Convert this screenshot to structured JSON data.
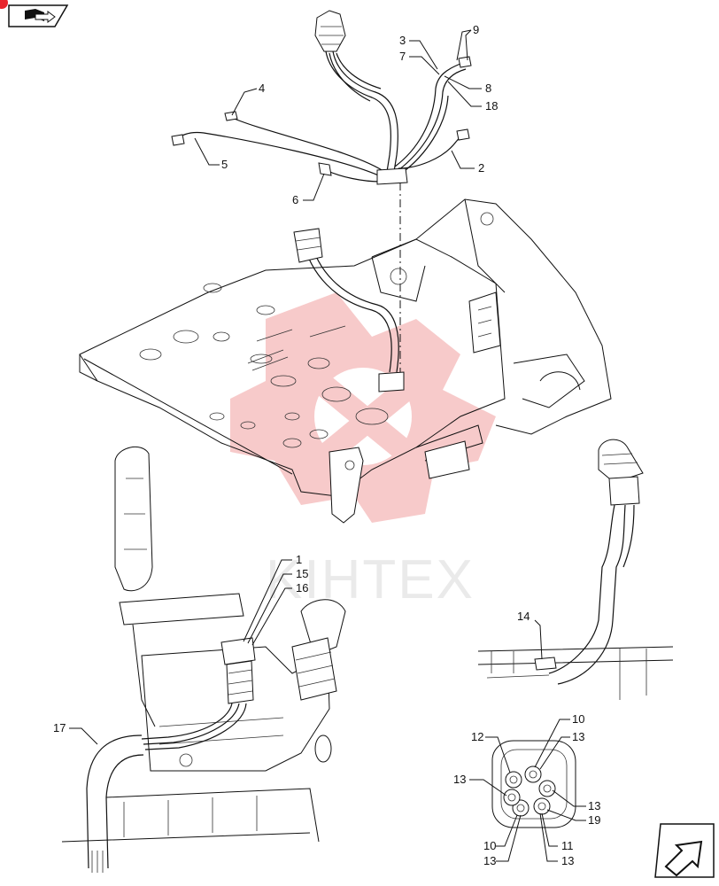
{
  "labels": [
    {
      "id": "1",
      "text": "1"
    },
    {
      "id": "2",
      "text": "2"
    },
    {
      "id": "3",
      "text": "3"
    },
    {
      "id": "4",
      "text": "4"
    },
    {
      "id": "5",
      "text": "5"
    },
    {
      "id": "6",
      "text": "6"
    },
    {
      "id": "7",
      "text": "7"
    },
    {
      "id": "8",
      "text": "8"
    },
    {
      "id": "9",
      "text": "9"
    },
    {
      "id": "10a",
      "text": "10"
    },
    {
      "id": "10b",
      "text": "10"
    },
    {
      "id": "11",
      "text": "11"
    },
    {
      "id": "12",
      "text": "12"
    },
    {
      "id": "13a",
      "text": "13"
    },
    {
      "id": "13b",
      "text": "13"
    },
    {
      "id": "13c",
      "text": "13"
    },
    {
      "id": "13d",
      "text": "13"
    },
    {
      "id": "13e",
      "text": "13"
    },
    {
      "id": "14",
      "text": "14"
    },
    {
      "id": "15",
      "text": "15"
    },
    {
      "id": "16",
      "text": "16"
    },
    {
      "id": "17",
      "text": "17"
    },
    {
      "id": "18",
      "text": "18"
    },
    {
      "id": "19",
      "text": "19"
    }
  ],
  "watermark": {
    "text": "KIHTEX",
    "color": "#f2a0a0"
  },
  "nav_icons": [
    "book-icon",
    "next-page-arrow-icon"
  ],
  "colors": {
    "line": "#111111",
    "watermark_red": "#f2a0a0",
    "watermark_grey": "#d9d9d9",
    "badge": "#e8262d"
  }
}
